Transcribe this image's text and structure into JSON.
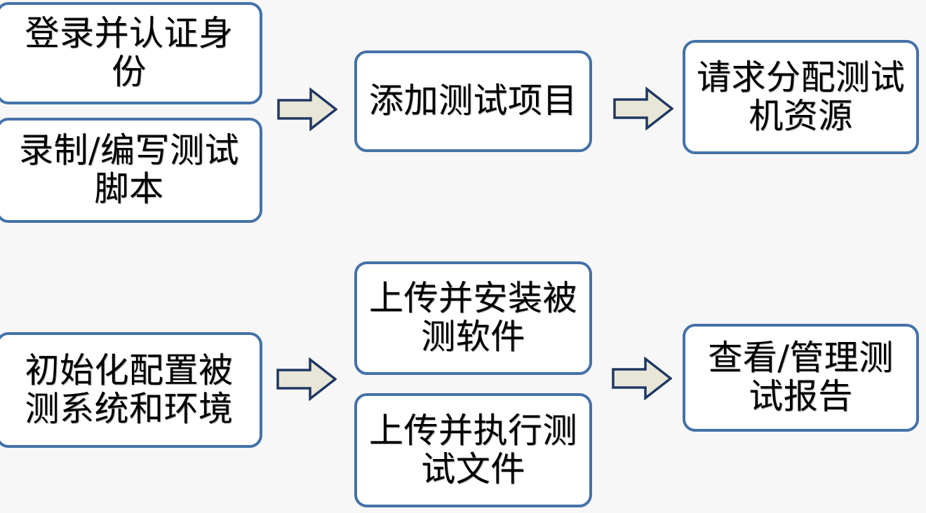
{
  "diagram": {
    "title_text": "",
    "background_color": "#f7f7f7",
    "node_border_color": "#4472a8",
    "node_fill_color": "#ffffff",
    "arrow_fill_color": "#e8e6d7",
    "arrow_border_color": "#1f3864",
    "text_color": "#000000",
    "nodes": [
      {
        "id": "login",
        "label": "登录并认证身份"
      },
      {
        "id": "script",
        "label": "录制/编写测试脚本"
      },
      {
        "id": "addcase",
        "label": "添加测试项目"
      },
      {
        "id": "alloc",
        "label": "请求分配测试机资源"
      },
      {
        "id": "init",
        "label": "初始化配置被测系统和环境"
      },
      {
        "id": "upload",
        "label": "上传并安装被测软件"
      },
      {
        "id": "exec",
        "label": "上传并执行测试文件"
      },
      {
        "id": "report",
        "label": "查看/管理测试报告"
      }
    ],
    "arrows": [
      {
        "id": "arrow-1",
        "icon": "right-block-arrow-icon",
        "from": "login/script",
        "to": "addcase"
      },
      {
        "id": "arrow-2",
        "icon": "right-block-arrow-icon",
        "from": "addcase",
        "to": "alloc"
      },
      {
        "id": "arrow-3",
        "icon": "right-block-arrow-icon",
        "from": "init",
        "to": "upload/exec"
      },
      {
        "id": "arrow-4",
        "icon": "right-block-arrow-icon",
        "from": "upload/exec",
        "to": "report"
      }
    ]
  }
}
